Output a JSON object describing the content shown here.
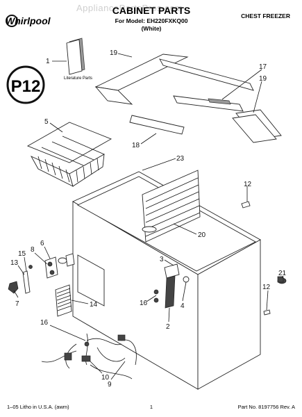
{
  "header": {
    "brand": "Whirlpool",
    "title": "CABINET PARTS",
    "model_line": "For Model: EH220FXKQ00",
    "color_line": "(White)",
    "category": "CHEST FREEZER",
    "watermark": "AppliancePartsPros.com"
  },
  "badge": {
    "text": "P12"
  },
  "parts": {
    "literature_label": "Literature Parts",
    "callouts": [
      "1",
      "19",
      "17",
      "19",
      "5",
      "18",
      "23",
      "12",
      "20",
      "3",
      "21",
      "15",
      "8",
      "6",
      "13",
      "7",
      "14",
      "16",
      "4",
      "2",
      "12",
      "16",
      "10",
      "9"
    ]
  },
  "footer": {
    "left": "1–05 Litho in U.S.A. (awm)",
    "page": "1",
    "part_no": "Part No. 8197756 Rev. A"
  }
}
